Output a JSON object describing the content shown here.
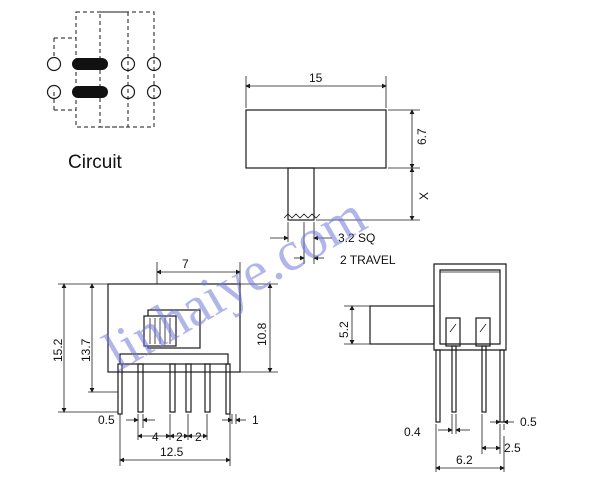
{
  "circuit_label": "Circuit",
  "watermark": "linhaiye.com",
  "dims": {
    "top_width": "15",
    "top_height": "6.7",
    "x": "X",
    "sq": "3.2 SQ",
    "travel": "2 TRAVEL",
    "front_w7": "7",
    "front_h152": "15.2",
    "front_h137": "13.7",
    "front_h108": "10.8",
    "d05_left": "0.5",
    "d4": "4",
    "d2a": "2",
    "d2b": "2",
    "d1": "1",
    "d125": "12.5",
    "side_h52": "5.2",
    "side_04": "0.4",
    "side_05": "0.5",
    "side_62": "6.2",
    "side_25": "2.5"
  }
}
